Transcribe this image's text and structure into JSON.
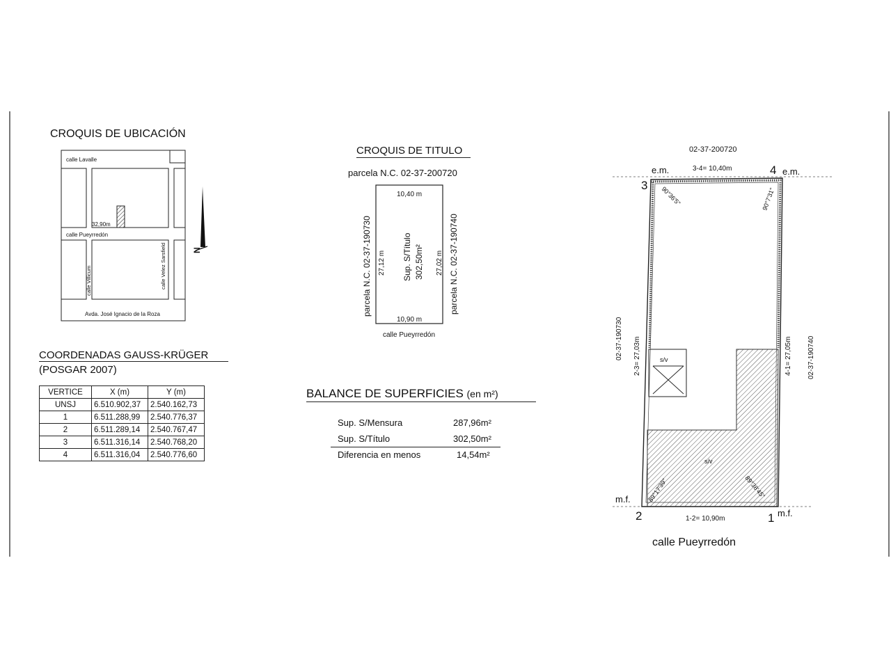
{
  "ubicacion": {
    "title": "CROQUIS DE UBICACIÓN",
    "streets": {
      "lavalle": "calle Lavalle",
      "pueyrredon": "calle Pueyrredón",
      "villicum": "calle Villicum",
      "velez": "calle Velez Sarsfield",
      "roza": "Avda. José Ignacio de la Roza"
    },
    "distance": "32,90m",
    "north": "N"
  },
  "titulo": {
    "title": "CROQUIS DE TITULO",
    "parcela_top": "parcela N.C. 02-37-200720",
    "top_side": "10,40 m",
    "bottom_side": "10,90 m",
    "left_side": "27,12 m",
    "right_side": "27,02 m",
    "left_parcela": "parcela N.C. 02-37-190730",
    "right_parcela": "parcela N.C. 02-37-190740",
    "sup_line1": "Sup. S/Título",
    "sup_line2": "302,50m²",
    "street": "calle Pueyrredón"
  },
  "coordenadas": {
    "title_line1": "COORDENADAS GAUSS-KRÜGER",
    "title_line2": "(POSGAR 2007)",
    "headers": [
      "VERTICE",
      "X (m)",
      "Y (m)"
    ],
    "rows": [
      [
        "UNSJ",
        "6.510.902,37",
        "2.540.162,73"
      ],
      [
        "1",
        "6.511.288,99",
        "2.540.776,37"
      ],
      [
        "2",
        "6.511.289,14",
        "2.540.767,47"
      ],
      [
        "3",
        "6.511.316,14",
        "2.540.768,20"
      ],
      [
        "4",
        "6.511.316,04",
        "2.540.776,60"
      ]
    ]
  },
  "balance": {
    "title": "BALANCE DE SUPERFICIES",
    "unit": "(en m²)",
    "rows": [
      {
        "label": "Sup. S/Mensura",
        "value": "287,96m²"
      },
      {
        "label": "Sup. S/Título",
        "value": "302,50m²"
      },
      {
        "label": "Diferencia en menos",
        "value": "14,54m²"
      }
    ]
  },
  "mensura": {
    "parcela_top": "02-37-200720",
    "side_34": "3-4= 10,40m",
    "side_12": "1-2= 10,90m",
    "side_23": "2-3= 27,03m",
    "side_41": "4-1= 27,05m",
    "parcela_left": "02-37-190730",
    "parcela_right": "02-37-190740",
    "em": "e.m.",
    "mf": "m.f.",
    "v1": "1",
    "v2": "2",
    "v3": "3",
    "v4": "4",
    "angle3": "90°36'5\"",
    "angle4": "90°7'31\"",
    "angle2": "89°17'39\"",
    "angle1": "89°38'45\"",
    "sv": "s/v",
    "street": "calle Pueyrredón"
  }
}
